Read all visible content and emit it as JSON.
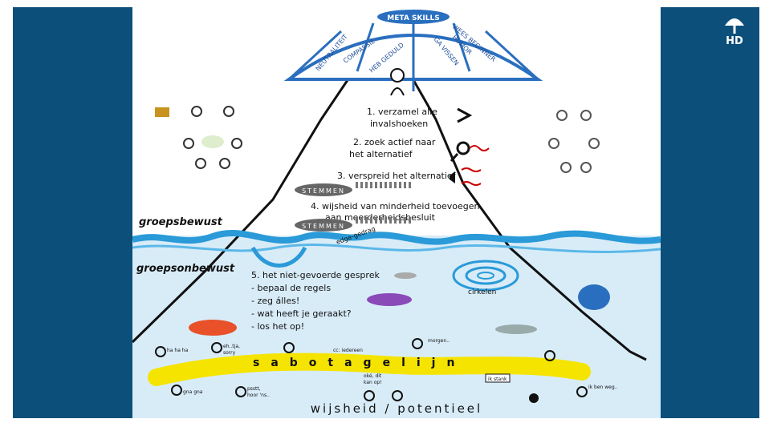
{
  "brand": {
    "logo_text": "HD"
  },
  "umbrella": {
    "title": "META SKILLS",
    "skills": [
      "NEUTRALITEIT",
      "COMPASSIE",
      "HEB GEDULD",
      "GA VISSEN",
      "HUMOR",
      "WEES BEGINNER"
    ]
  },
  "mountain": {
    "steps": [
      "1. verzamel alle",
      "invalshoeken",
      "2. zoek actief naar",
      "het alternatief",
      "3. verspreid het alternatief",
      "4. wijsheid van minderheid toevoegen",
      "aan meerderheidsbesluit"
    ],
    "stemmen": "STEMMEN"
  },
  "levels": {
    "above": "groepsbewust",
    "below": "groepsonbewust",
    "edge": "edge-gedrag",
    "circles": "cirkelen"
  },
  "underwater": {
    "items": [
      "5. het niet-gevoerde gesprek",
      "- bepaal de regels",
      "- zeg álles!",
      "- wat heeft je geraakt?",
      "- los het op!"
    ]
  },
  "speech": {
    "hahaha": "ha ha ha",
    "ehtja": "eh..tja,",
    "sorry": "sorry",
    "cc": "cc: iedereen",
    "morgen": "morgen..",
    "gnagna": "gna gna",
    "psstt": "psstt,",
    "hoor": "hoor 'ns..",
    "oke": "oké, dit",
    "kan": "kan op!",
    "stank": "ik stank",
    "weg": "ik ben weg.."
  },
  "sabotage": {
    "label": "sabotagelijn"
  },
  "bottom": {
    "title": "wijsheid / potentieel"
  },
  "colors": {
    "band": "#0b4f7a",
    "water": "#d8ecf8",
    "wave": "#2a9ad8",
    "sabotage": "#f5e400",
    "umbrella": "#2a6fbf"
  }
}
